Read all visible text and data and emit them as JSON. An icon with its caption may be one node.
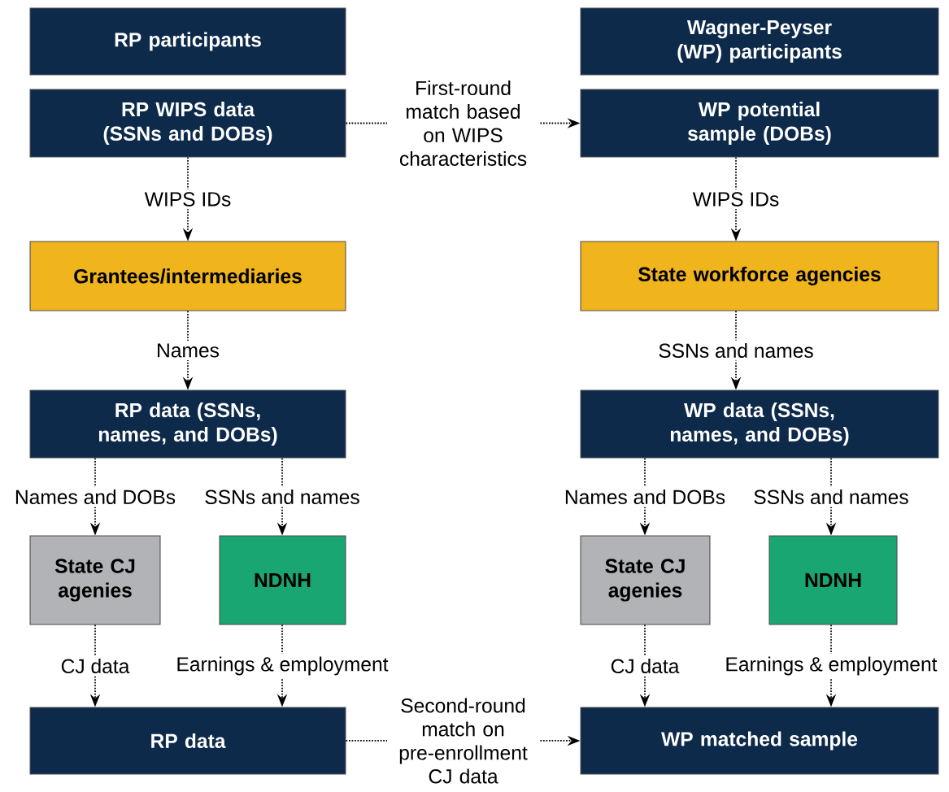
{
  "diagram": {
    "nodes": [
      {
        "text": [
          "RP participants"
        ]
      },
      {
        "text": [
          "Wagner-Peyser (WP) participants"
        ]
      },
      {
        "text": [
          "RP WIPS data (SSNs and DOBs)"
        ]
      },
      {
        "text": [
          "WP potential sample (DOBs)"
        ]
      },
      {
        "text": [
          "Grantees/intermediaries"
        ]
      },
      {
        "text": [
          "State workforce agencies"
        ]
      },
      {
        "text": [
          "RP data (SSNs, names, and DOBs)"
        ]
      },
      {
        "text": [
          "WP data (SSNs, names, and DOBs)"
        ]
      },
      {
        "text": [
          "State CJ agenies"
        ]
      },
      {
        "text": [
          "NDNH"
        ]
      },
      {
        "text": [
          "State CJ agenies"
        ]
      },
      {
        "text": [
          "NDNH"
        ]
      },
      {
        "text": [
          "RP data"
        ]
      },
      {
        "text": [
          "WP matched sample"
        ]
      }
    ],
    "edges": [
      {
        "from": 2,
        "to": 3,
        "arrow": "to",
        "label": "First-round match based on WIPS characteristics"
      },
      {
        "from": 2,
        "to": 4,
        "arrow": "to",
        "label": "WIPS IDs"
      },
      {
        "from": 3,
        "to": 5,
        "arrow": "to",
        "label": "WIPS IDs"
      },
      {
        "from": 4,
        "to": 6,
        "arrow": "to",
        "label": "Names"
      },
      {
        "from": 5,
        "to": 7,
        "arrow": "to",
        "label": "SSNs and names"
      },
      {
        "from": 6,
        "to": 8,
        "arrow": "to",
        "label": "Names and DOBs"
      },
      {
        "from": 6,
        "to": 9,
        "arrow": "to",
        "label": "SSNs and names"
      },
      {
        "from": 7,
        "to": 10,
        "arrow": "to",
        "label": "Names and DOBs"
      },
      {
        "from": 7,
        "to": 11,
        "arrow": "to",
        "label": "SSNs and names"
      },
      {
        "from": 8,
        "to": 12,
        "arrow": "to",
        "label": "CJ data"
      },
      {
        "from": 9,
        "to": 12,
        "arrow": "to",
        "label": "Earnings & employment"
      },
      {
        "from": 10,
        "to": 13,
        "arrow": "to",
        "label": "CJ data"
      },
      {
        "from": 11,
        "to": 13,
        "arrow": "to",
        "label": "Earnings & employment"
      },
      {
        "from": 12,
        "to": 13,
        "arrow": "to",
        "label": "Second-round match on pre-enrollment CJ data"
      }
    ]
  }
}
